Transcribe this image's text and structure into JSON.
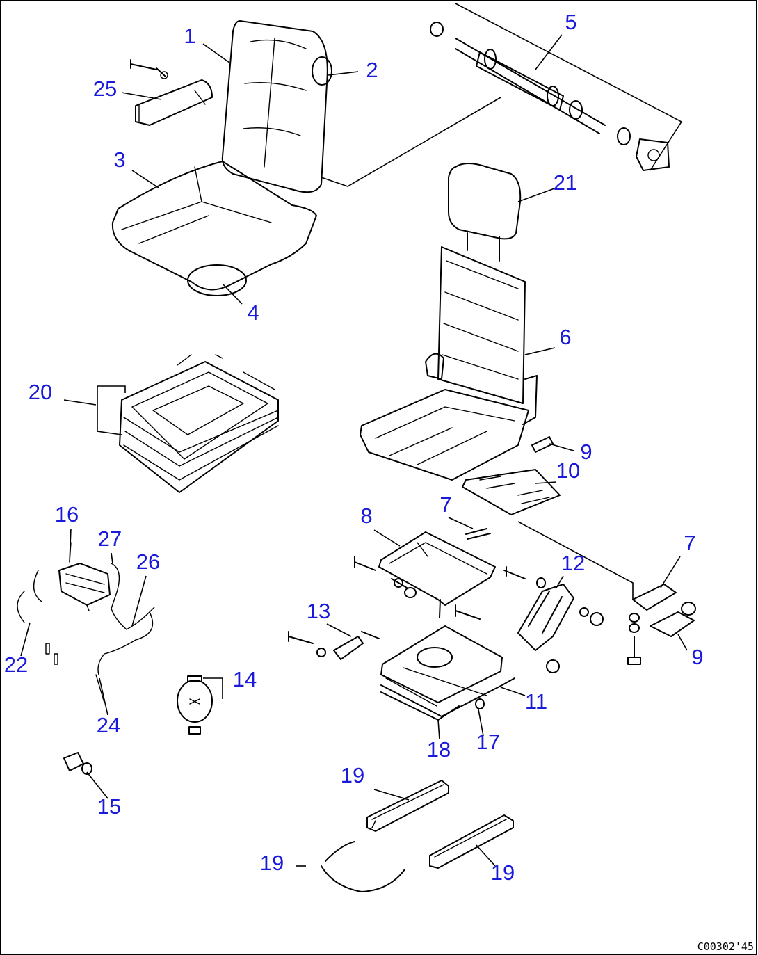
{
  "callouts": [
    "1",
    "2",
    "3",
    "4",
    "5",
    "6",
    "7",
    "7",
    "8",
    "9",
    "9",
    "10",
    "11",
    "12",
    "13",
    "14",
    "15",
    "16",
    "17",
    "18",
    "19",
    "19",
    "19",
    "20",
    "21",
    "22",
    "24",
    "25",
    "26",
    "27"
  ],
  "drawing_code": "C00302'45"
}
